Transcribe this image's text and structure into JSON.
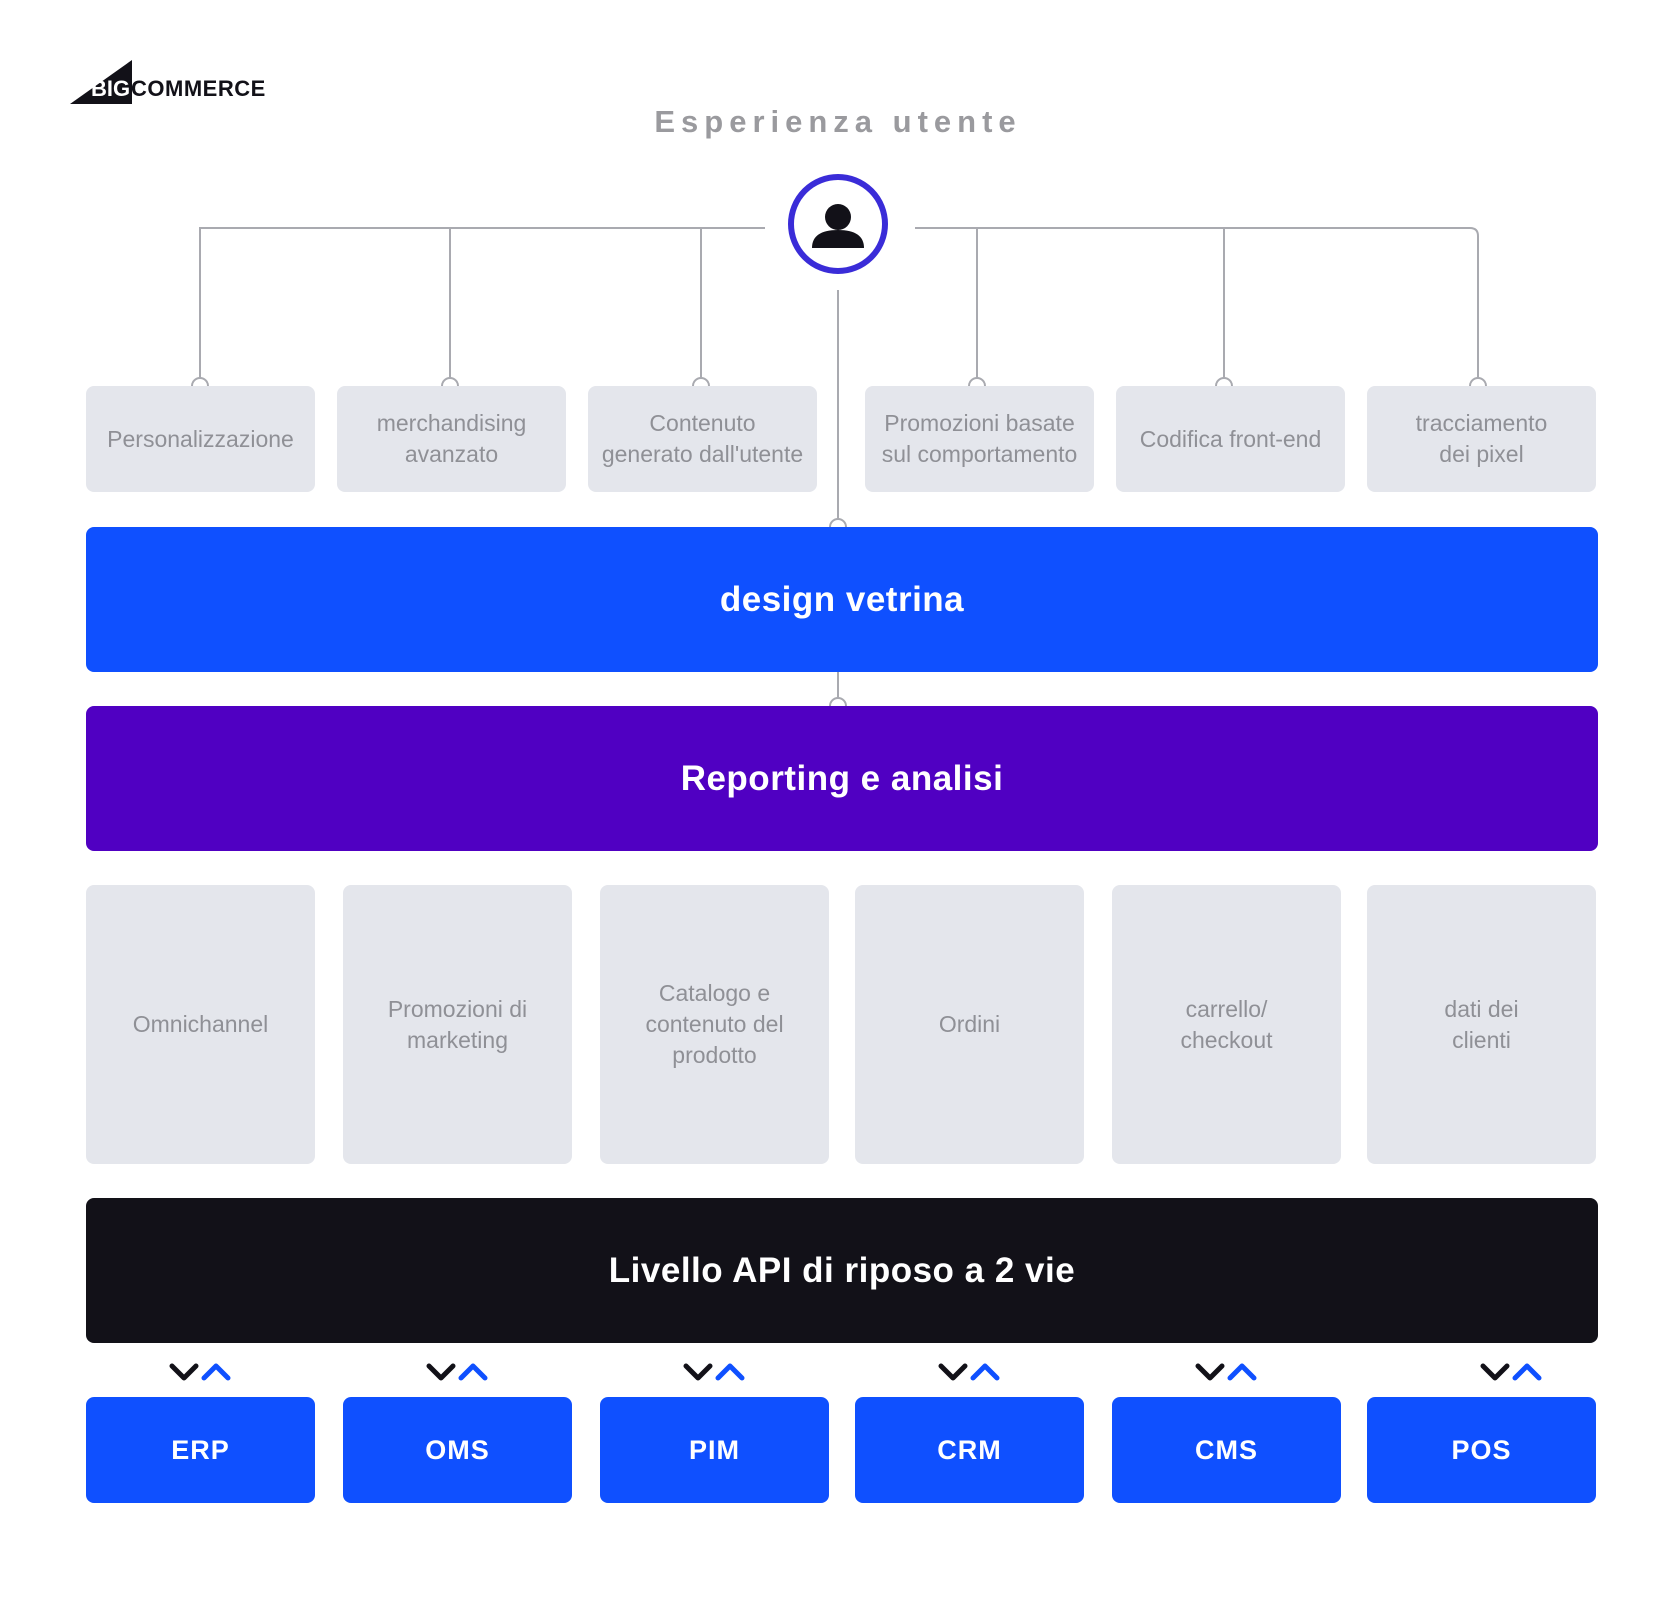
{
  "brand": {
    "big": "BIG",
    "commerce": "COMMERCE"
  },
  "title": "Esperienza utente",
  "features": [
    "Personalizzazione",
    "merchandising\navanzato",
    "Contenuto\ngenerato dall'utente",
    "Promozioni basate\nsul comportamento",
    "Codifica front-end",
    "tracciamento\ndei pixel"
  ],
  "layers": {
    "storefront": "design vetrina",
    "reporting": "Reporting e analisi",
    "api": "Livello API di riposo a 2 vie"
  },
  "modules": [
    "Omnichannel",
    "Promozioni di\nmarketing",
    "Catalogo e\ncontenuto del\nprodotto",
    "Ordini",
    "carrello/\ncheckout",
    "dati dei\nclienti"
  ],
  "systems": [
    "ERP",
    "OMS",
    "PIM",
    "CRM",
    "CMS",
    "POS"
  ],
  "colors": {
    "blue": "#0f50ff",
    "purple": "#5000c2",
    "black": "#121118",
    "user_ring": "#3a2cd8",
    "card_gray": "#e4e6ec",
    "card_text": "#8f9096",
    "connector": "#a9aab0"
  },
  "icons": {
    "user": "user-avatar-icon",
    "sync": "bidirectional-chevron-icon"
  }
}
